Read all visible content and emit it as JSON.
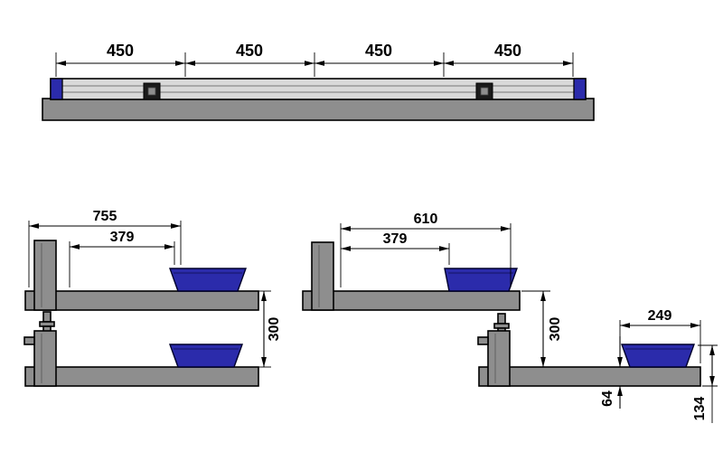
{
  "colors": {
    "part_gray": "#8e8e8e",
    "rail_gray": "#d9d9d9",
    "tray_blue": "#2b2bab",
    "clamp_dark": "#1b1b1b",
    "line_black": "#000000",
    "background": "#ffffff"
  },
  "top_view": {
    "segments": [
      "450",
      "450",
      "450",
      "450"
    ]
  },
  "left_view": {
    "total_width": "755",
    "tray_offset": "379",
    "level_spacing": "300"
  },
  "right_view": {
    "total_width": "610",
    "tray_offset": "379",
    "level_spacing": "300",
    "tray_width": "249",
    "arm_thickness": "64",
    "edge_height": "134"
  }
}
